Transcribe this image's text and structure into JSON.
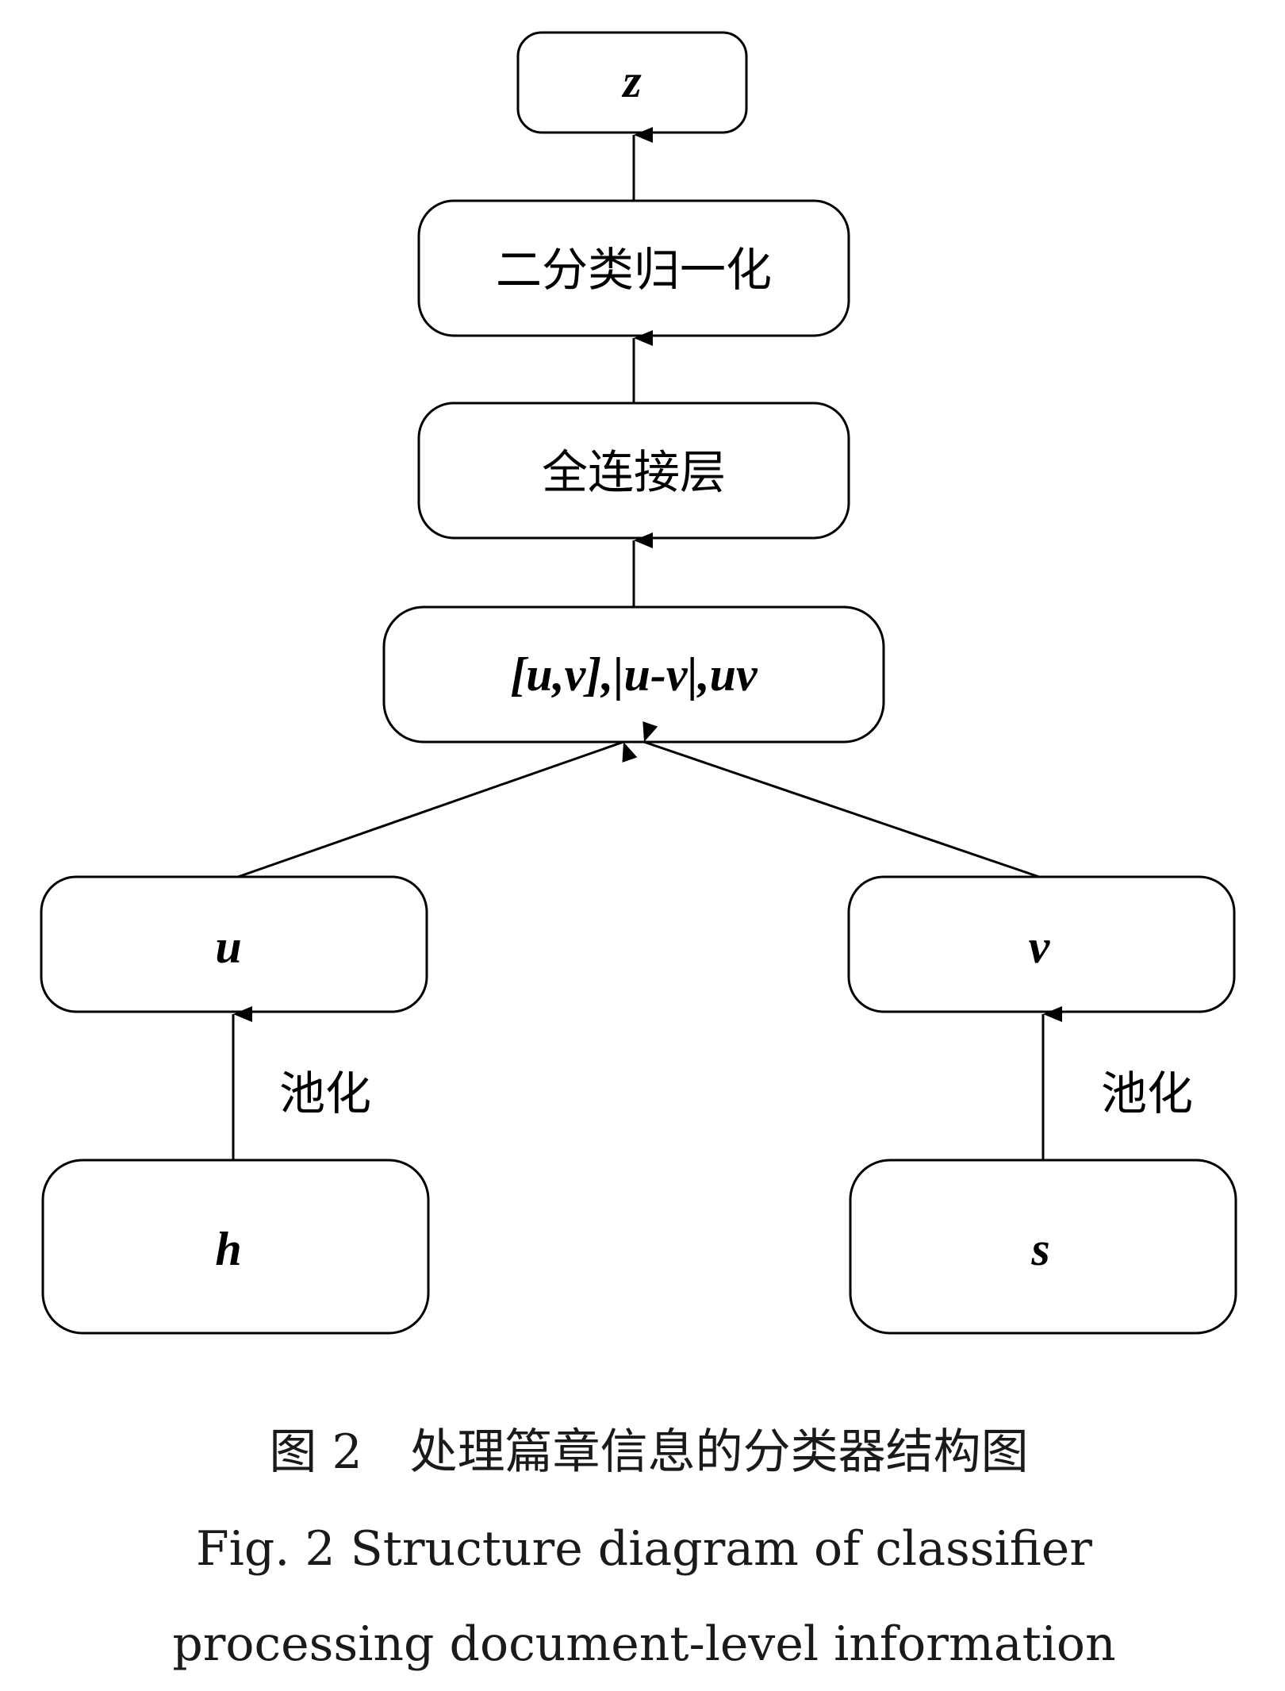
{
  "nodes": {
    "z": "z",
    "softmax": "二分类归一化",
    "fc": "全连接层",
    "concat": "[u,v],|u-v|,uv",
    "u": "u",
    "v": "v",
    "h": "h",
    "s": "s"
  },
  "edges": {
    "pool_left": "池化",
    "pool_right": "池化"
  },
  "caption": {
    "zh": "图 2　处理篇章信息的分类器结构图",
    "en_line1": "Fig. 2   Structure diagram of classifier",
    "en_line2": "processing document-level information"
  }
}
